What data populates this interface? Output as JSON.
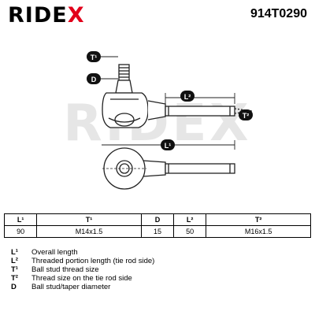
{
  "header": {
    "logo": {
      "main": "RIDE",
      "accent": "X"
    },
    "part_number": "914T0290"
  },
  "labels": {
    "t1": "T¹",
    "d": "D",
    "l2": "L²",
    "t2": "T²",
    "l1": "L¹"
  },
  "table": {
    "headers": [
      "L¹",
      "T¹",
      "D",
      "L²",
      "T²"
    ],
    "values": [
      "90",
      "M14x1.5",
      "15",
      "50",
      "M16x1.5"
    ]
  },
  "legend": [
    {
      "symbol": "L¹",
      "text": "Overall length"
    },
    {
      "symbol": "L²",
      "text": "Threaded portion length (tie rod side)"
    },
    {
      "symbol": "T¹",
      "text": "Ball stud thread size"
    },
    {
      "symbol": "T²",
      "text": "Thread size on the tie rod side"
    },
    {
      "symbol": "D",
      "text": "Ball stud/taper diameter"
    }
  ],
  "colors": {
    "brand_red": "#e2001a",
    "watermark": "#e6e6e6",
    "label_bg": "#111111"
  }
}
